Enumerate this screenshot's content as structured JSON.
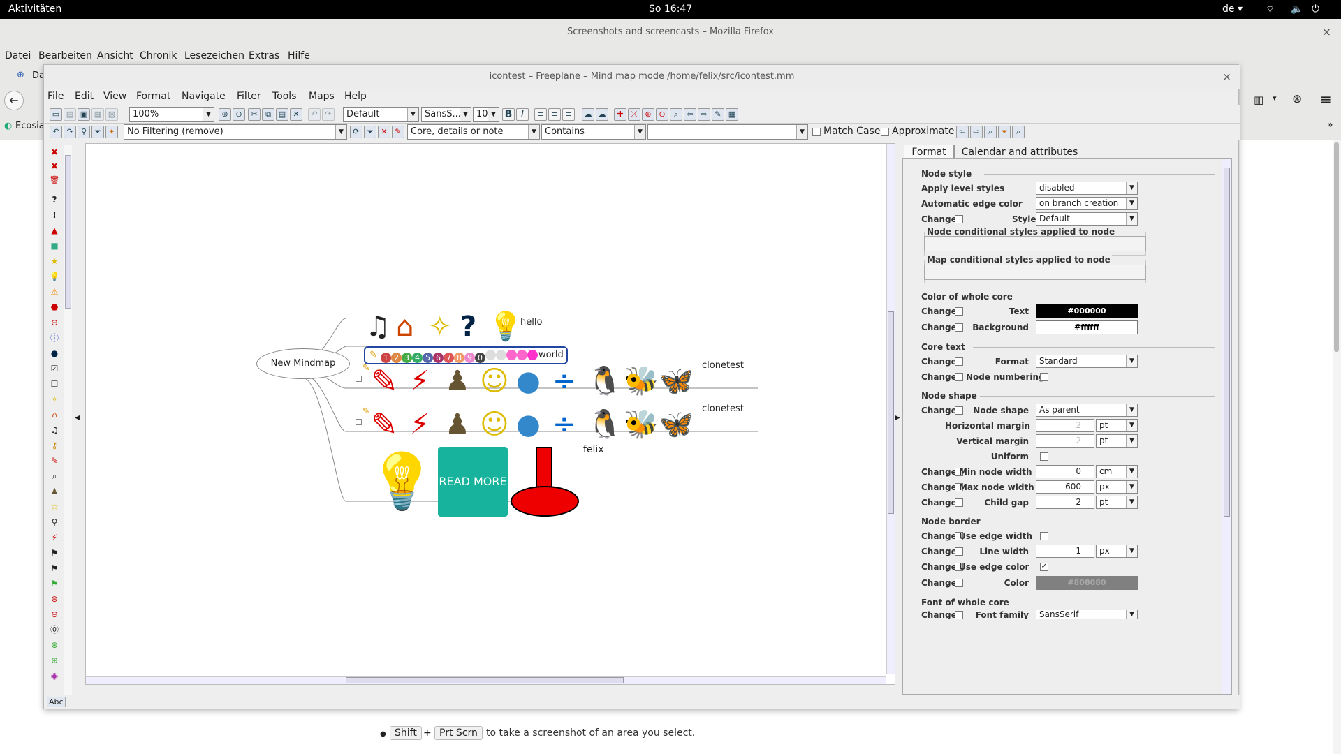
{
  "system": {
    "activities": "Aktivitäten",
    "clock": "So 16:47",
    "lang": "de ▾"
  },
  "firefox": {
    "title": "Screenshots and screencasts – Mozilla Firefox",
    "menu": [
      "Datei",
      "Bearbeiten",
      "Ansicht",
      "Chronik",
      "Lesezeichen",
      "Extras",
      "Hilfe"
    ],
    "tab_partial": "Da",
    "bookmark_partial": "Ecosia"
  },
  "page": {
    "keys": [
      "Shift",
      "Prt Scrn"
    ],
    "plus": "+",
    "hint": "to take a screenshot of an area you select."
  },
  "freeplane": {
    "title": "icontest – Freeplane – Mind map mode /home/felix/src/icontest.mm",
    "menu": [
      "File",
      "Edit",
      "View",
      "Format",
      "Navigate",
      "Filter",
      "Tools",
      "Maps",
      "Help"
    ],
    "toolbar": {
      "zoom": "100%",
      "style": "Default",
      "font": "SansS...",
      "size": "10",
      "bold": "B",
      "italic": "I",
      "filter": "No Filtering (remove)",
      "filter_target": "Core, details or note",
      "filter_op": "Contains",
      "match_case": "Match Case",
      "approximate": "Approximate"
    },
    "status_left": "Abc",
    "map": {
      "root": "New Mindmap",
      "n1_text": "hello",
      "n2_text": "world",
      "n2_numbers": [
        "1",
        "2",
        "3",
        "4",
        "5",
        "6",
        "7",
        "8",
        "9",
        "0"
      ],
      "n3_text": "clonetest",
      "n4_text": "clonetest",
      "n5_text": "felix",
      "read_more": "READ MORE"
    },
    "panel": {
      "tabs": [
        "Format",
        "Calendar and attributes"
      ],
      "change": "Change",
      "node_style": "Node style",
      "apply_level_styles": "Apply level styles",
      "apply_level_styles_val": "disabled",
      "auto_edge_color": "Automatic edge color",
      "auto_edge_color_val": "on branch creation",
      "style": "Style",
      "style_val": "Default",
      "cond_node": "Node conditional styles applied to node",
      "cond_map": "Map conditional styles applied to node",
      "color_core": "Color of whole core",
      "text": "Text",
      "text_val": "#000000",
      "background": "Background",
      "background_val": "#ffffff",
      "core_text": "Core text",
      "format": "Format",
      "format_val": "Standard",
      "node_numbering": "Node numbering",
      "node_shape": "Node shape",
      "node_shape_lbl": "Node shape",
      "node_shape_val": "As parent",
      "h_margin": "Horizontal margin",
      "v_margin": "Vertical margin",
      "margin_val": "2",
      "uniform": "Uniform",
      "pt": "pt",
      "cm": "cm",
      "px": "px",
      "min_width": "Min node width",
      "min_width_val": "0",
      "max_width": "Max node width",
      "max_width_val": "600",
      "child_gap": "Child gap",
      "child_gap_val": "2",
      "node_border": "Node border",
      "use_edge_width": "Use edge width",
      "line_width": "Line width",
      "line_width_val": "1",
      "use_edge_color": "Use edge color",
      "color": "Color",
      "color_val": "#808080",
      "font_core": "Font of whole core",
      "font_family": "Font family",
      "font_family_val": "SansSerif"
    }
  }
}
